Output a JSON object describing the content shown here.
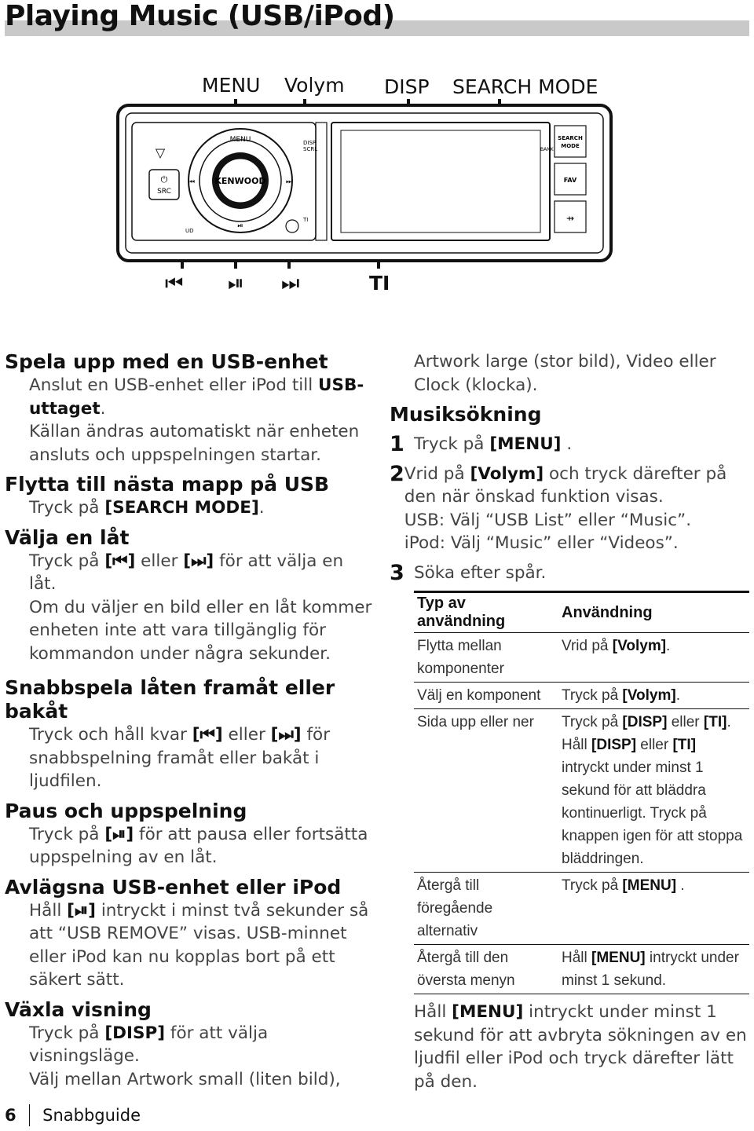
{
  "page": {
    "title": "Playing Music (USB/iPod)"
  },
  "diagram": {
    "top_labels": [
      "MENU",
      "Volym",
      "DISP",
      "SEARCH MODE"
    ],
    "bottom_labels": [
      "⏮",
      "⏯",
      "⏭",
      "TI"
    ],
    "device": {
      "menu": "MENU",
      "disp": "DISP",
      "scrl": "SCRL",
      "brand": "KENWOOD",
      "src": "SRC",
      "search": "SEARCH",
      "mode": "MODE",
      "fav": "FAV",
      "ti": "TI",
      "bank": "BANK",
      "ud": "UD"
    }
  },
  "left": {
    "s1_title": "Spela upp med en USB-enhet",
    "s1_l1a": "Anslut en USB-enhet eller iPod till ",
    "s1_l1b": "USB-uttaget",
    "s1_l1c": ".",
    "s1_l2": "Källan ändras automatiskt när enheten ansluts och uppspelningen startar.",
    "s2_title": "Flytta till nästa mapp på USB",
    "s2_a": "Tryck på ",
    "s2_b": "[SEARCH MODE]",
    "s2_c": ".",
    "s3_title": "Välja en låt",
    "s3_a": "Tryck på ",
    "s3_b": "[⏮]",
    "s3_c": " eller ",
    "s3_d": "[⏭]",
    "s3_e": " för att välja en låt.",
    "s3_l2": "Om du väljer en bild eller en låt kommer enheten inte att vara tillgänglig för kommandon under några sekunder.",
    "s4_title": "Snabbspela låten framåt eller bakåt",
    "s4_a": "Tryck och håll kvar ",
    "s4_b": "[⏮]",
    "s4_c": " eller ",
    "s4_d": "[⏭]",
    "s4_e": " för snabbspelning framåt eller bakåt i ljudfilen.",
    "s5_title": "Paus och uppspelning",
    "s5_a": "Tryck på ",
    "s5_b": "[⏯]",
    "s5_c": " för att pausa eller fortsätta uppspelning av en låt.",
    "s6_title": "Avlägsna USB-enhet eller iPod",
    "s6_a": "Håll ",
    "s6_b": "[⏯]",
    "s6_c": " intryckt i minst två sekunder så att “USB REMOVE” visas. USB-minnet eller iPod kan nu kopplas bort på ett säkert sätt.",
    "s7_title": "Växla visning",
    "s7_a": "Tryck på ",
    "s7_b": "[DISP]",
    "s7_c": " för att välja visningsläge.",
    "s7_l2": "Välj mellan Artwork small (liten bild),"
  },
  "right": {
    "cont": "Artwork large (stor bild), Video eller Clock (klocka).",
    "title": "Musiksökning",
    "step1_num": "1",
    "step1_a": "Tryck på ",
    "step1_b": "[MENU]",
    "step1_c": " .",
    "step2_num": "2",
    "step2_a": "Vrid på ",
    "step2_b": "[Volym]",
    "step2_c": " och tryck därefter på den när önskad funktion visas.",
    "step2_usb": "USB: Välj “USB List” eller “Music”.",
    "step2_ipod": "iPod: Välj “Music” eller “Videos”.",
    "step3_num": "3",
    "step3": "Söka efter spår.",
    "table": {
      "h1": "Typ av användning",
      "h2": "Användning",
      "rows": [
        {
          "c1": "Flytta mellan komponenter",
          "a": "Vrid på ",
          "b": "[Volym]",
          "c": "."
        },
        {
          "c1": "Välj en komponent",
          "a": "Tryck på ",
          "b": "[Volym]",
          "c": "."
        },
        {
          "c1": "Sida upp eller ner",
          "a": "Tryck på ",
          "b": "[DISP]",
          "c": " eller ",
          "d": "[TI]",
          "e": ".",
          "f": "Håll ",
          "g": "[DISP]",
          "h": " eller ",
          "i": "[TI]",
          "j": " intryckt under minst 1 sekund för att bläddra kontinuerligt. Tryck på knappen igen för att stoppa bläddringen."
        },
        {
          "c1": "Återgå till föregående alternativ",
          "a": "Tryck på ",
          "b": "[MENU]",
          "c": " ."
        },
        {
          "c1": "Återgå till den översta menyn",
          "a": "Håll ",
          "b": "[MENU]",
          "c": " intryckt under minst 1 sekund."
        }
      ]
    },
    "note_a": "Håll ",
    "note_b": "[MENU]",
    "note_c": " intryckt under minst 1 sekund för att avbryta sökningen av en ljudfil eller iPod och tryck därefter lätt på den."
  },
  "footer": {
    "page_num": "6",
    "section": "Snabbguide"
  }
}
